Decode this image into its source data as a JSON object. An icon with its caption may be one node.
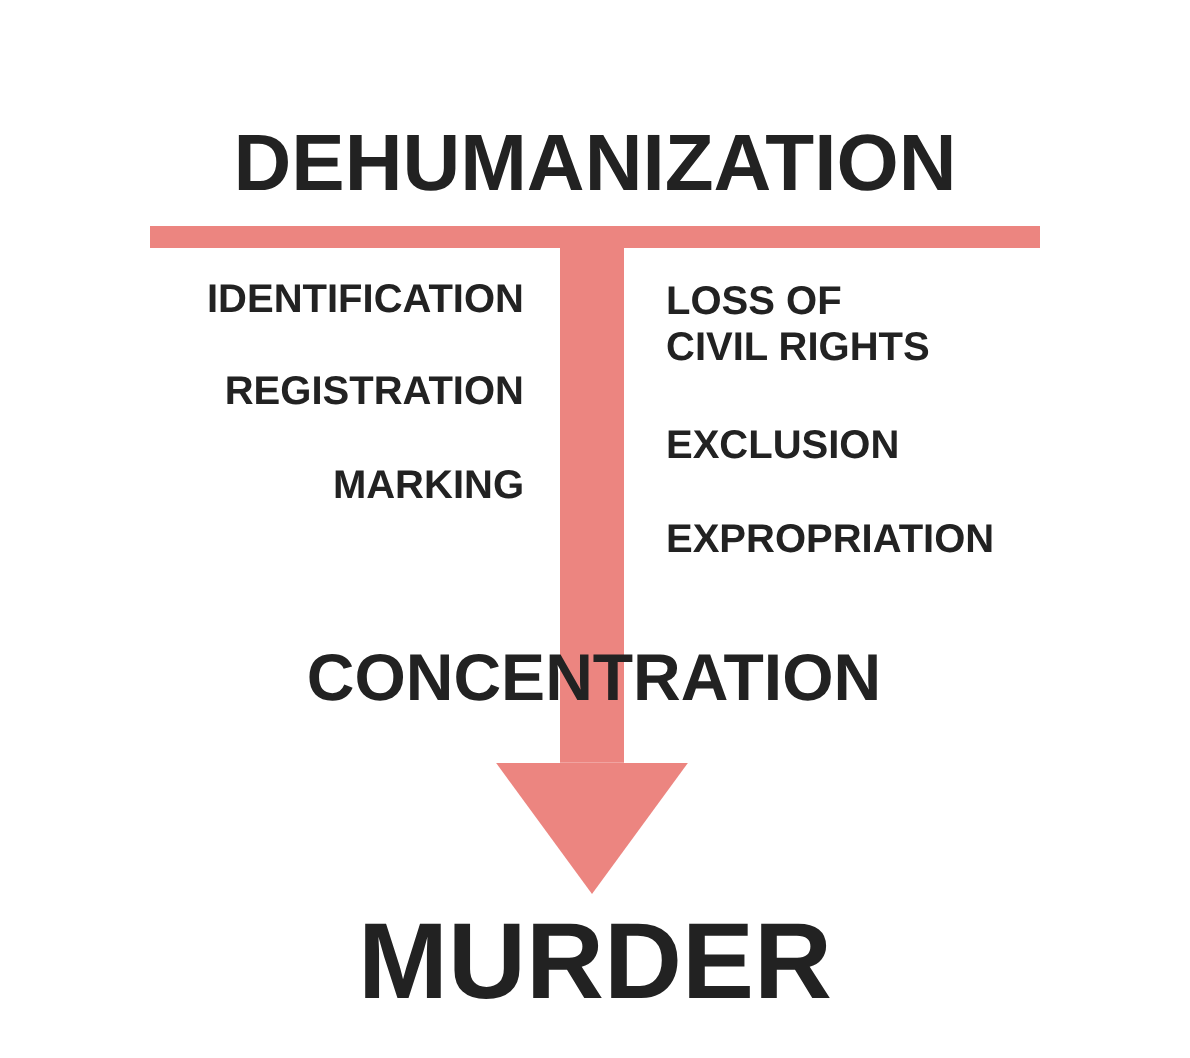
{
  "diagram": {
    "nodes": [
      {
        "text": [
          "DEHUMANIZATION"
        ]
      },
      {
        "text": [
          "MURDER"
        ]
      }
    ],
    "edges": [
      {
        "from": 0,
        "to": 1,
        "arrow": "to"
      }
    ],
    "labels": [
      "IDENTIFICATION",
      "REGISTRATION",
      "MARKING",
      "LOSS OF CIVIL RIGHTS",
      "EXCLUSION",
      "EXPROPRIATION",
      "CONCENTRATION"
    ]
  }
}
